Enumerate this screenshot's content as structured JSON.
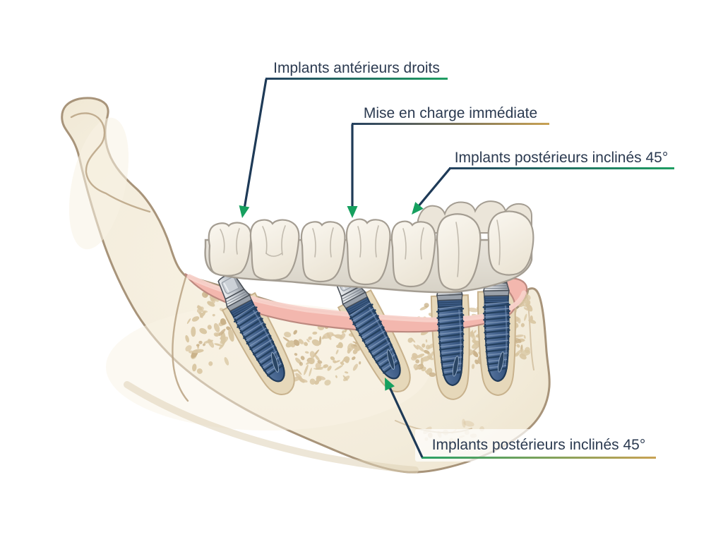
{
  "figure": {
    "background": "#ffffff",
    "annotations": [
      {
        "id": "anterior-straight",
        "text": "Implants antérieurs droits",
        "underline_from": "#24415f",
        "underline_to": "#1f9e63"
      },
      {
        "id": "immediate-loading",
        "text": "Mise en charge immédiate",
        "underline_from": "#24415f",
        "underline_to": "#c9a254"
      },
      {
        "id": "posterior-tilted-top",
        "text": "Implants postérieurs inclinés 45°",
        "underline_from": "#24415f",
        "underline_to": "#1f9e63"
      },
      {
        "id": "posterior-tilted-bottom",
        "text": "Implants postérieurs inclinés 45°",
        "underline_from": "#2aa164",
        "underline_to": "#c9a254"
      }
    ],
    "palette": {
      "label_text": "#2b3a50",
      "arrow_shaft": "#1e3a57",
      "arrow_head": "#16a05f",
      "bone_fill": "#f3ecdb",
      "bone_outline": "#a8947a",
      "bone_speckle": "#d9c6a2",
      "bone_speckle_dark": "#c9b189",
      "gum_fill": "#f3b7ae",
      "gum_outline": "#bd8a80",
      "gum_highlight": "#f8d2ca",
      "implant_body": "#47658f",
      "implant_outline": "#203a59",
      "implant_thread_dark": "#24405f",
      "implant_thread_light": "#8099ba",
      "abutment_mid": "#b9bfc6",
      "abutment_dark": "#4a5058",
      "tooth_fill": "#f7f3ea",
      "tooth_outline": "#a49d92",
      "bridge_base": "#e3ded5",
      "socket_fill": "#e6d8ba",
      "socket_outline": "#c8b28d"
    }
  }
}
